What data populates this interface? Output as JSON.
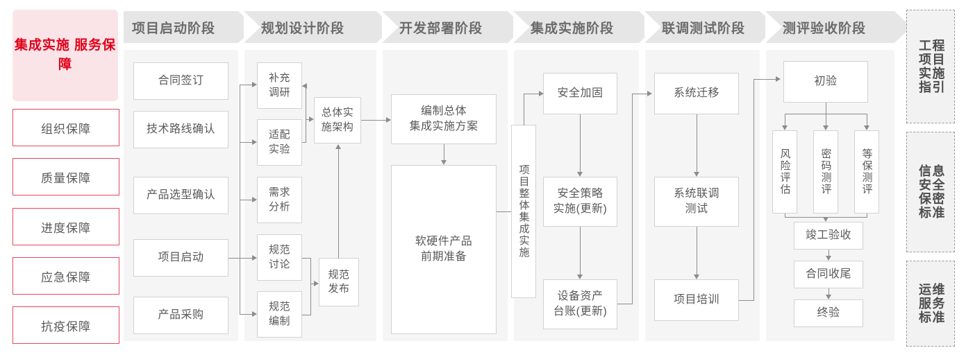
{
  "left_rail": {
    "title": "集成实施\n服务保障",
    "title_color": "#e1001a",
    "items": [
      {
        "label": "组织保障"
      },
      {
        "label": "质量保障"
      },
      {
        "label": "进度保障"
      },
      {
        "label": "应急保障"
      },
      {
        "label": "抗疫保障"
      }
    ]
  },
  "phases": [
    {
      "label": "项目启动阶段"
    },
    {
      "label": "规划设计阶段"
    },
    {
      "label": "开发部署阶段"
    },
    {
      "label": "集成实施阶段"
    },
    {
      "label": "联调测试阶段"
    },
    {
      "label": "测评验收阶段"
    }
  ],
  "nodes": {
    "p1_a": "合同签订",
    "p1_b": "技术路线确认",
    "p1_c": "产品选型确认",
    "p1_d": "项目启动",
    "p1_e": "产品采购",
    "p2_a": "补充\n调研",
    "p2_b": "适配\n实验",
    "p2_c": "需求\n分析",
    "p2_d": "规范\n讨论",
    "p2_e": "规范\n编制",
    "p2_arch": "总体实\n施架构",
    "p2_pub": "规范\n发布",
    "p3_plan": "编制总体\n集成实施方案",
    "p3_prep": "软硬件产品\n前期准备",
    "p4_main": "项目整体集成实施",
    "p4_a": "安全加固",
    "p4_b": "安全策略\n实施(更新)",
    "p4_c": "设备资产\n台账(更新)",
    "p5_a": "系统迁移",
    "p5_b": "系统联调\n测试",
    "p5_c": "项目培训",
    "p6_init": "初验",
    "p6_risk": "风险评估",
    "p6_crypto": "密码测评",
    "p6_grade": "等保测评",
    "p6_done": "竣工验收",
    "p6_close": "合同收尾",
    "p6_final": "终验"
  },
  "right_rail": {
    "items": [
      {
        "label": "程目施引\n工项实指"
      },
      {
        "label": "息全密准\n信安保标"
      },
      {
        "label": "维务准\n运服标"
      }
    ]
  },
  "colors": {
    "accent_red": "#e1001a",
    "rail_pink": "#fbe4e8",
    "rail_border": "#e8465e",
    "column_bg": "#f5f5f5",
    "header_bg": "#e6e6e6",
    "node_border": "#d2d2d2",
    "connector": "#8c8c8c"
  }
}
